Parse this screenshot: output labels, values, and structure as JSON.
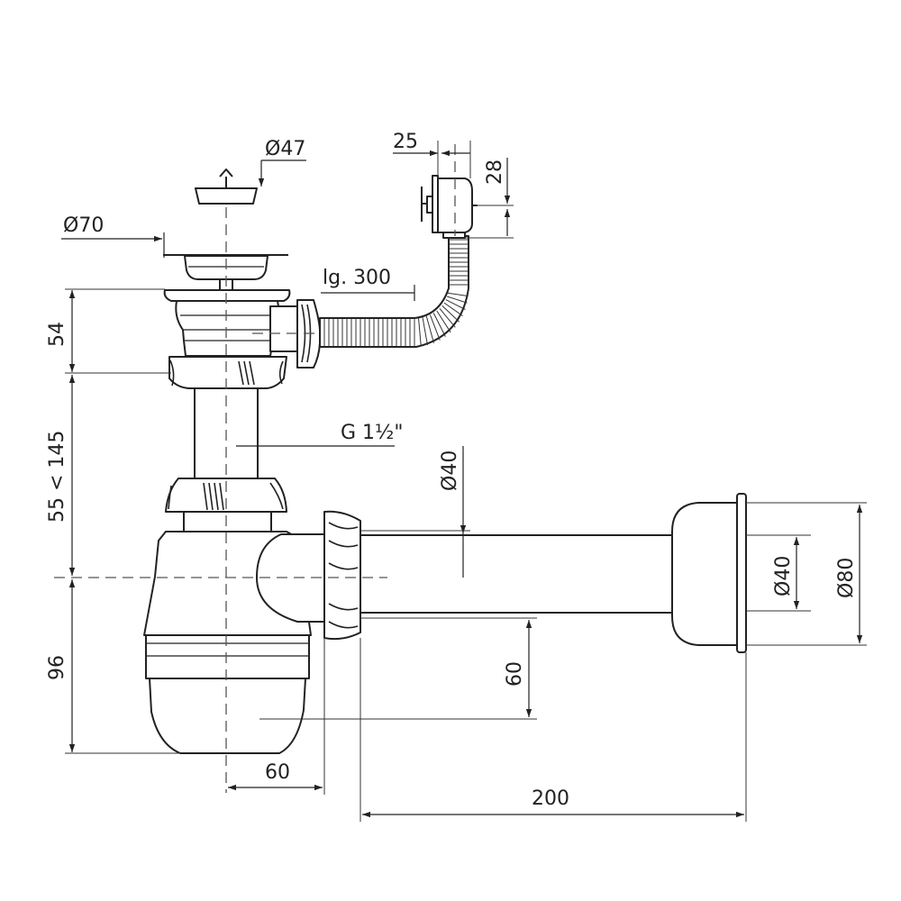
{
  "dimensions": {
    "d47": "Ø47",
    "d70": "Ø70",
    "w25": "25",
    "h28": "28",
    "lg300": "lg. 300",
    "h54": "54",
    "thread": "G 1½\"",
    "d40_top": "Ø40",
    "range55_145": "55 < 145",
    "d40_right": "Ø40",
    "d80": "Ø80",
    "h96": "96",
    "h60": "60",
    "w60": "60",
    "w200": "200"
  }
}
